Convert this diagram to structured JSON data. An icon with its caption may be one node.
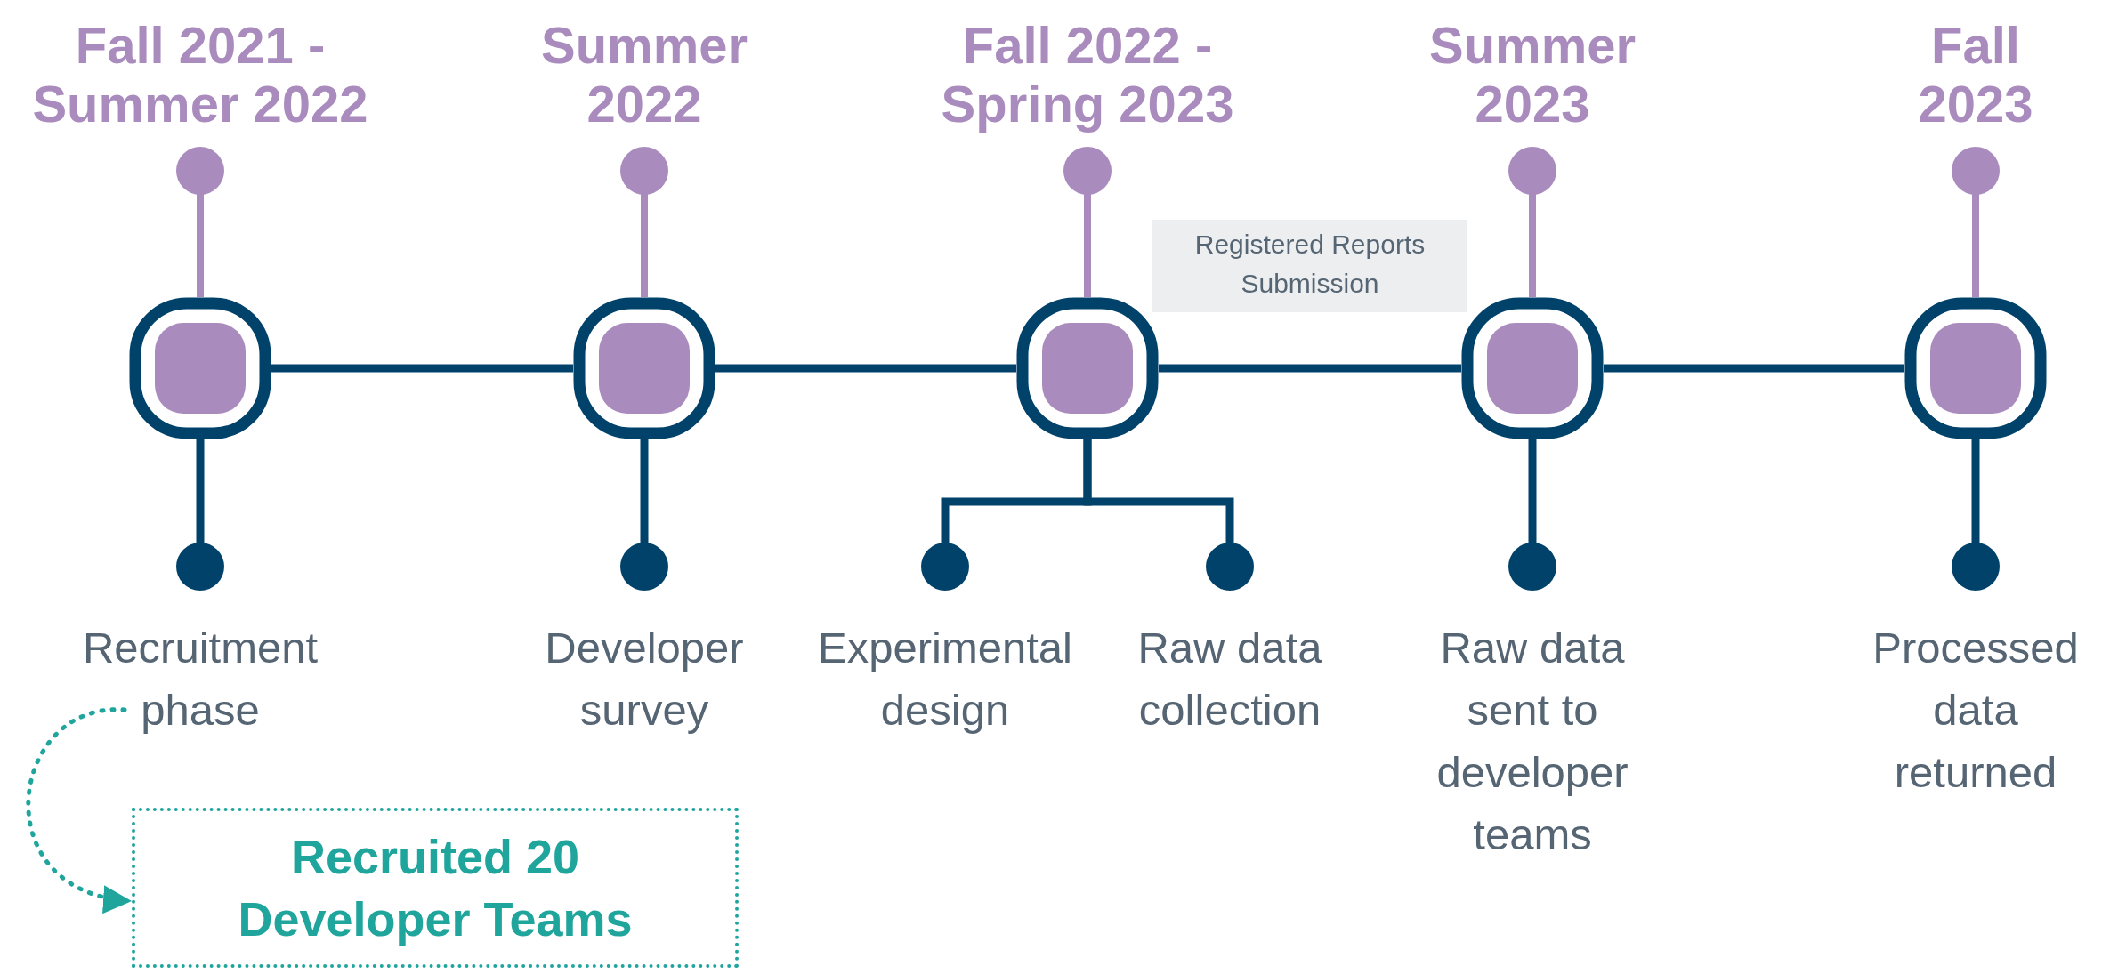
{
  "diagram": {
    "nodes": [
      {
        "text": [
          "Fall 2021 - Summer 2022"
        ]
      },
      {
        "text": [
          "Summer 2022"
        ]
      },
      {
        "text": [
          "Fall 2022 - Spring 2023"
        ]
      },
      {
        "text": [
          "Summer 2023"
        ]
      },
      {
        "text": [
          "Fall 2023"
        ]
      },
      {
        "text": [
          "Registered Reports Submission"
        ]
      },
      {
        "text": [],
        "shape": "box"
      },
      {
        "text": [],
        "shape": "box"
      },
      {
        "text": [],
        "shape": "box"
      },
      {
        "text": [],
        "shape": "box"
      },
      {
        "text": [],
        "shape": "box"
      },
      {
        "text": [
          "Recruitment phase"
        ]
      },
      {
        "text": [
          "Developer survey"
        ]
      },
      {
        "text": [
          "Experimental design"
        ]
      },
      {
        "text": [
          "Raw data collection"
        ]
      },
      {
        "text": [
          "Raw data sent to developer teams"
        ]
      },
      {
        "text": [
          "Processed data returned"
        ]
      },
      {
        "text": [
          "Recruited 20 Developer Teams"
        ]
      }
    ],
    "edges": [
      {
        "from": 6,
        "to": 0,
        "arrow": "other",
        "color": "#a98bbd"
      },
      {
        "from": 7,
        "to": 1,
        "arrow": "other",
        "color": "#a98bbd"
      },
      {
        "from": 8,
        "to": 2,
        "arrow": "other",
        "color": "#a98bbd"
      },
      {
        "from": 9,
        "to": 3,
        "arrow": "other",
        "color": "#a98bbd"
      },
      {
        "from": 10,
        "to": 4,
        "arrow": "other",
        "color": "#a98bbd"
      },
      {
        "from": 6,
        "to": 7,
        "arrow": "none"
      },
      {
        "from": 7,
        "to": 8,
        "arrow": "none"
      },
      {
        "from": 8,
        "to": 9,
        "arrow": "none"
      },
      {
        "from": 9,
        "to": 10,
        "arrow": "none"
      },
      {
        "from": 6,
        "to": 11,
        "arrow": "other"
      },
      {
        "from": 7,
        "to": 12,
        "arrow": "other"
      },
      {
        "from": 8,
        "to": 13,
        "arrow": "other"
      },
      {
        "from": 8,
        "to": 14,
        "arrow": "other"
      },
      {
        "from": 9,
        "to": 15,
        "arrow": "other"
      },
      {
        "from": 10,
        "to": 16,
        "arrow": "other"
      },
      {
        "from": 11,
        "to": 17,
        "arrow": "to",
        "style": "dashed",
        "color": "#1fa59c"
      }
    ]
  }
}
